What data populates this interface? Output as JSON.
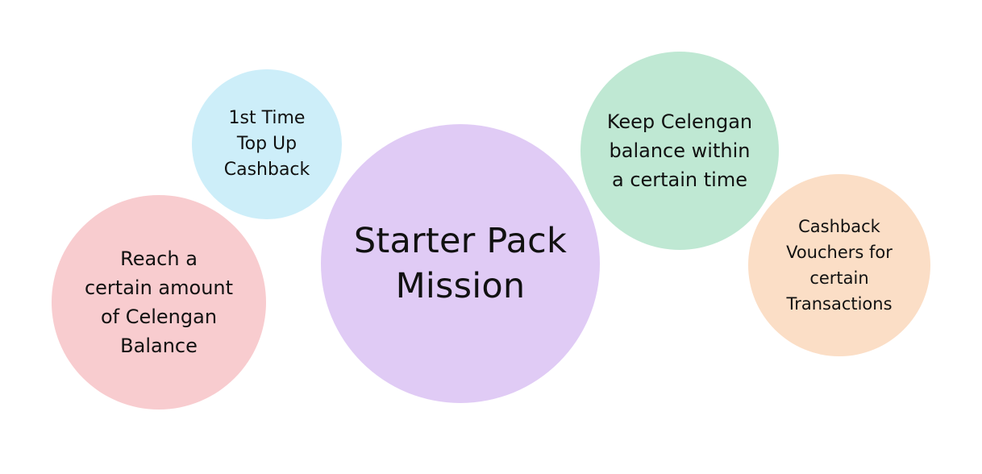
{
  "colors": {
    "center": "#e0cbf5",
    "top_up": "#cdeef9",
    "reach": "#f8cccf",
    "keep": "#bfe8d3",
    "vouchers": "#fbdec6",
    "text": "#111111"
  },
  "bubbles": {
    "center": {
      "label": "Starter Pack\nMission"
    },
    "top_up": {
      "label": "1st Time\nTop Up\nCashback"
    },
    "reach": {
      "label": "Reach a\ncertain amount\nof Celengan\nBalance"
    },
    "keep": {
      "label": "Keep Celengan\nbalance within\na certain time"
    },
    "vouchers": {
      "label": "Cashback\nVouchers for\ncertain\nTransactions"
    }
  }
}
